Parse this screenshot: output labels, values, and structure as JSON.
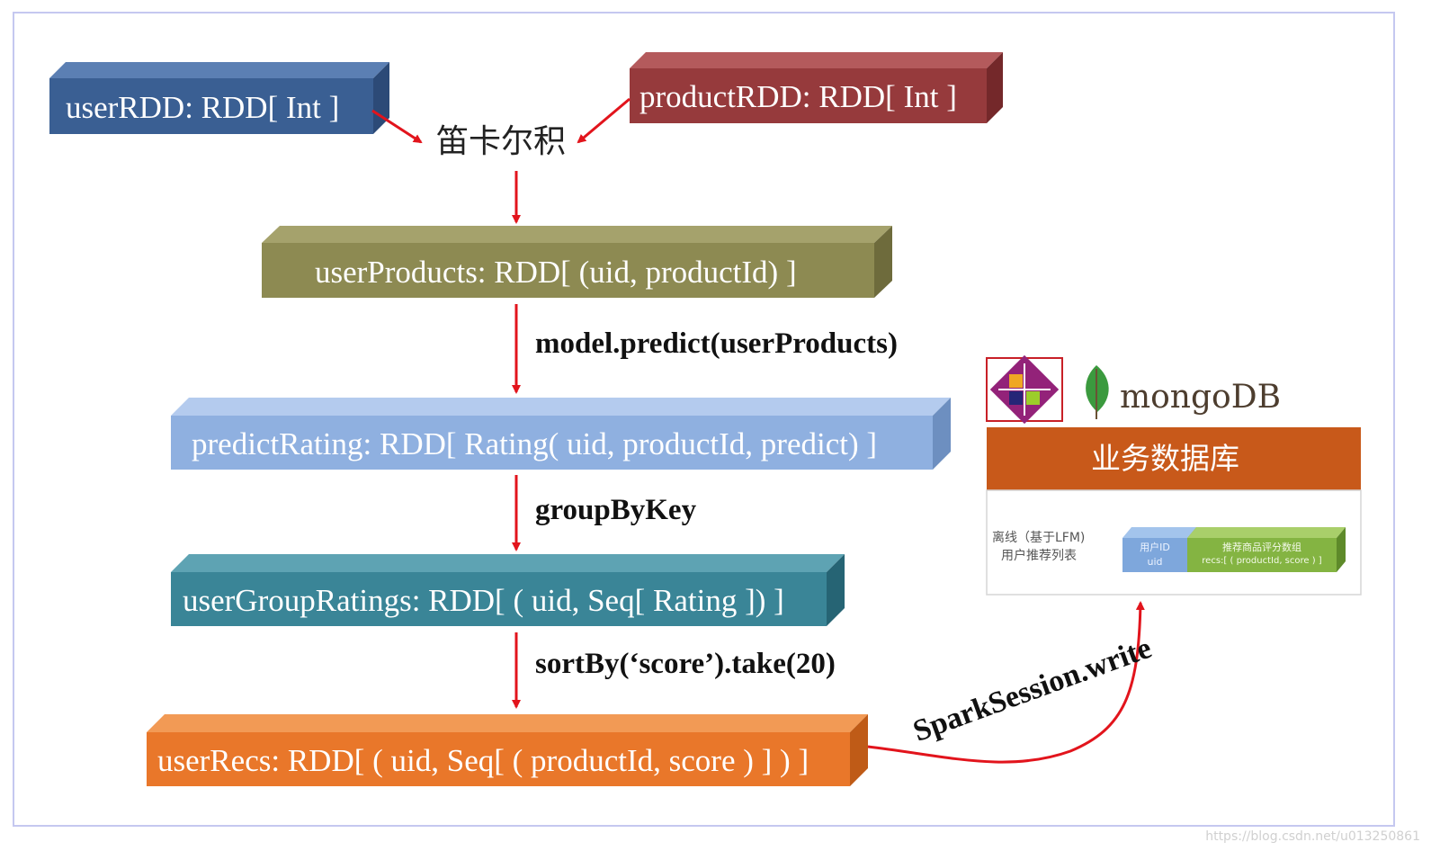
{
  "boxes": {
    "user_rdd": "userRDD: RDD[ Int ]",
    "product_rdd": "productRDD: RDD[ Int ]",
    "user_products": "userProducts: RDD[ (uid, productId) ]",
    "predict_rating": "predictRating: RDD[ Rating( uid, productId, predict) ]",
    "user_group_ratings": "userGroupRatings: RDD[ ( uid, Seq[ Rating ]) ]",
    "user_recs": "userRecs: RDD[ ( uid, Seq[ ( productId, score ) ] ) ]"
  },
  "steps": {
    "cartesian": "笛卡尔积",
    "predict": "model.predict(userProducts)",
    "group": "groupByKey",
    "sort": "sortBy(‘score’).take(20)",
    "write": "SparkSession.write"
  },
  "database": {
    "brand": "mongoDB",
    "title": "业务数据库",
    "row_label_line1": "离线（基于LFM)",
    "row_label_line2": "用户推荐列表",
    "field1_line1": "用户ID",
    "field1_line2": "uid",
    "field2_line1": "推荐商品评分数组",
    "field2_line2": "recs:[ ( productId, score ) ]"
  },
  "watermark": "https://blog.csdn.net/u013250861",
  "colors": {
    "user_rdd": "#3a5f93",
    "product_rdd": "#963a3c",
    "user_products": "#8d8a52",
    "predict_rating": "#8fb0e0",
    "user_group_ratings": "#3a8597",
    "user_recs": "#e9772a",
    "arrow": "#e2141c",
    "db_header": "#c8591a",
    "mongo_green": "#3b9a3e"
  }
}
